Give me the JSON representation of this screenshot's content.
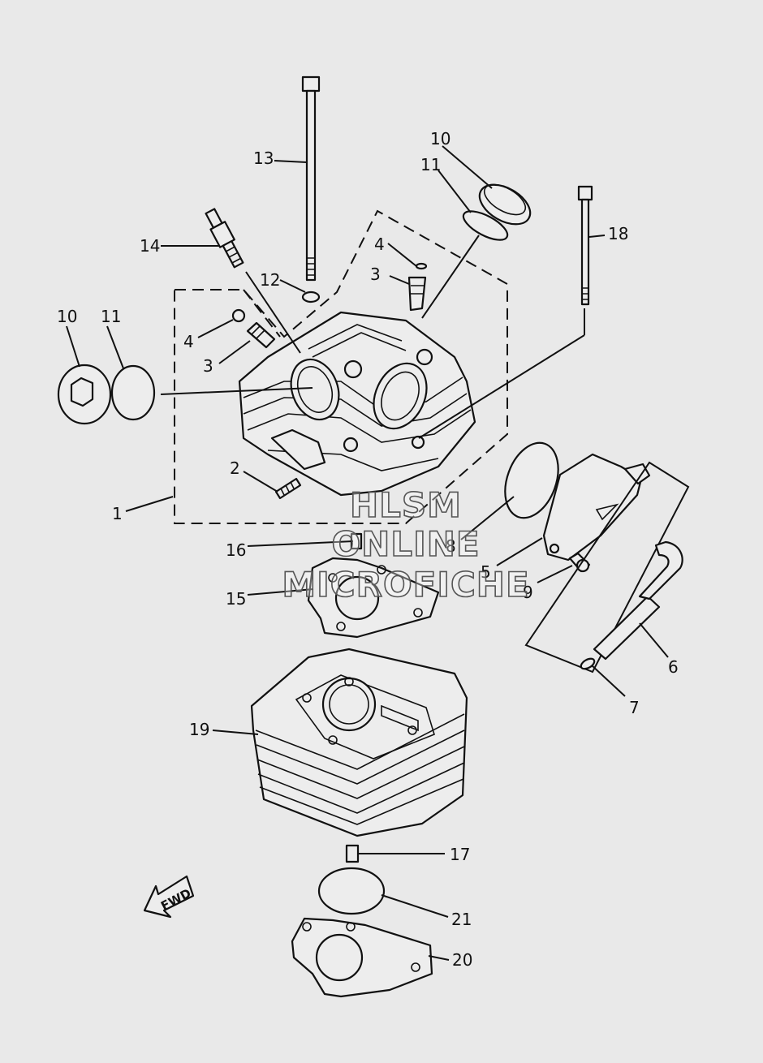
{
  "callouts": [
    {
      "id": "c1",
      "text": "1"
    },
    {
      "id": "c2",
      "text": "2"
    },
    {
      "id": "c3a",
      "text": "3"
    },
    {
      "id": "c3b",
      "text": "3"
    },
    {
      "id": "c4a",
      "text": "4"
    },
    {
      "id": "c4b",
      "text": "4"
    },
    {
      "id": "c5",
      "text": "5"
    },
    {
      "id": "c6",
      "text": "6"
    },
    {
      "id": "c7",
      "text": "7"
    },
    {
      "id": "c8",
      "text": "8"
    },
    {
      "id": "c9",
      "text": "9"
    },
    {
      "id": "c10a",
      "text": "10"
    },
    {
      "id": "c10b",
      "text": "10"
    },
    {
      "id": "c11a",
      "text": "11"
    },
    {
      "id": "c11b",
      "text": "11"
    },
    {
      "id": "c12",
      "text": "12"
    },
    {
      "id": "c13",
      "text": "13"
    },
    {
      "id": "c14",
      "text": "14"
    },
    {
      "id": "c15",
      "text": "15"
    },
    {
      "id": "c16",
      "text": "16"
    },
    {
      "id": "c17",
      "text": "17"
    },
    {
      "id": "c18",
      "text": "18"
    },
    {
      "id": "c19",
      "text": "19"
    },
    {
      "id": "c20",
      "text": "20"
    },
    {
      "id": "c21",
      "text": "21"
    }
  ],
  "fwd_label": "FWD",
  "watermark": {
    "line1": "HLSM",
    "line2": "ONLINE",
    "line3": "MICROFICHE"
  }
}
